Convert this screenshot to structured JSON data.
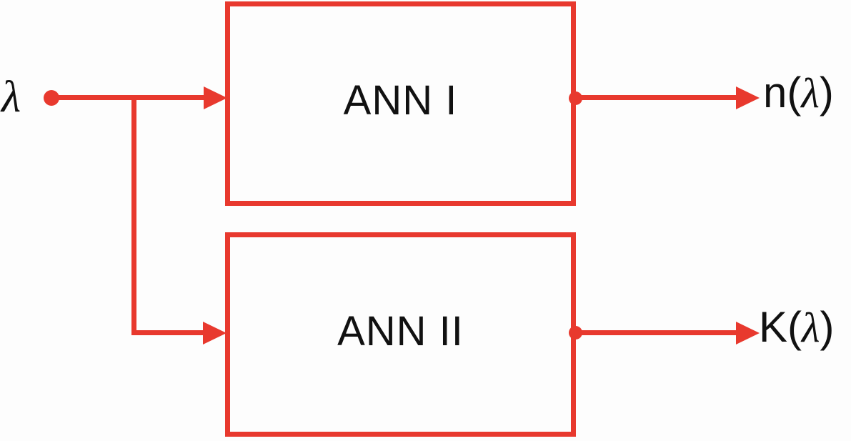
{
  "colors": {
    "accent_red": "#e8392e",
    "text_black": "#111111",
    "background": "#fdfdfd"
  },
  "diagram": {
    "input": {
      "symbol": "λ"
    },
    "blocks": [
      {
        "label": "ANN I"
      },
      {
        "label": "ANN II"
      }
    ],
    "outputs": [
      {
        "func": "n",
        "open": "(",
        "symbol": "λ",
        "close": ")"
      },
      {
        "func": "K",
        "open": "(",
        "symbol": "λ",
        "close": ")"
      }
    ]
  }
}
